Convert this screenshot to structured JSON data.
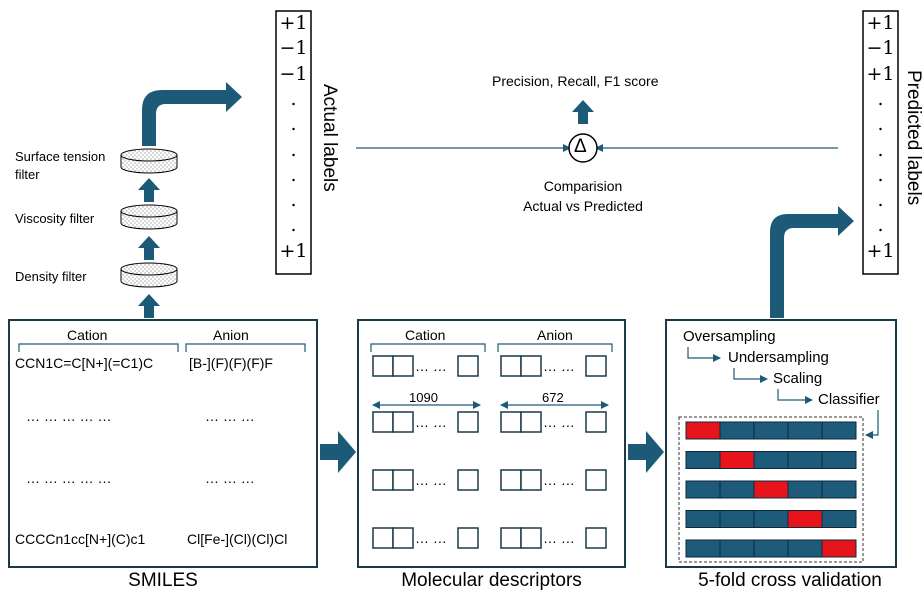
{
  "filters": {
    "surface_tension": [
      "Surface tension",
      "filter"
    ],
    "viscosity": "Viscosity filter",
    "density": "Density filter"
  },
  "actual_vector": [
    "+1",
    "−1",
    "−1",
    ".",
    ".",
    ".",
    ".",
    ".",
    ".",
    "+1"
  ],
  "actual_label": "Actual labels",
  "predicted_vector": [
    "+1",
    "−1",
    "+1",
    ".",
    ".",
    ".",
    ".",
    ".",
    ".",
    "+1"
  ],
  "predicted_label": "Predicted labels",
  "metrics_label": "Precision, Recall, F1 score",
  "delta_symbol": "Δ",
  "comparison": [
    "Comparision",
    "Actual vs Predicted"
  ],
  "smiles_panel": {
    "cation_header": "Cation",
    "anion_header": "Anion",
    "cation_first": "CCN1C=C[N+](=C1)C",
    "anion_first": "[B-](F)(F)(F)F",
    "cation_dots": "… … … … …",
    "anion_dots": "… … …",
    "cation_last": "CCCCn1cc[N+](C)c1",
    "anion_last": "Cl[Fe-](Cl)(Cl)Cl",
    "caption": "SMILES"
  },
  "descriptor_panel": {
    "cation_header": "Cation",
    "anion_header": "Anion",
    "cation_count": "1090",
    "anion_count": "672",
    "cell_dots": "… …",
    "caption": "Molecular descriptors"
  },
  "cv_panel": {
    "steps": [
      "Oversampling",
      "Undersampling",
      "Scaling",
      "Classifier"
    ],
    "folds": 5,
    "segments_per_fold": 5,
    "caption": "5-fold cross validation"
  },
  "colors": {
    "arrow": "#1d5a78",
    "fold_bar": "#1e5a7a",
    "validation_segment": "#e8141c",
    "panel_border": "#1a3a4a"
  }
}
